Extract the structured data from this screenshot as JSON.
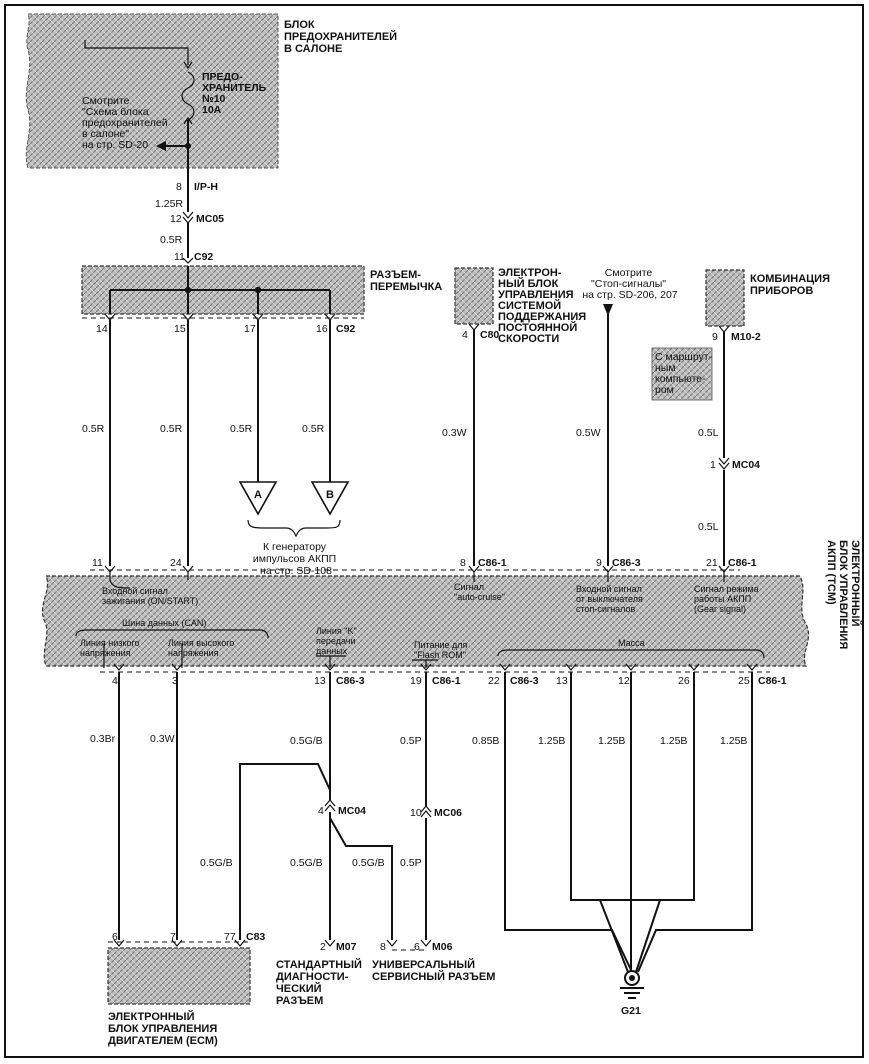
{
  "fuse_box": {
    "title": [
      "БЛОК",
      "ПРЕДОХРАНИТЕЛЕЙ",
      "В САЛОНЕ"
    ],
    "fuse_label": [
      "ПРЕДО-",
      "ХРАНИТЕЛЬ",
      "№10",
      "10A"
    ],
    "see_note": [
      "Смотрите",
      "\"Схема блока",
      "предохранителей",
      "в салоне\"",
      "на стр. SD-20"
    ]
  },
  "top_wire": {
    "pin_iph": "8",
    "conn_iph": "I/P-H",
    "w1": "1.25R",
    "pin_mc05": "12",
    "conn_mc05": "MC05",
    "w2": "0.5R",
    "pin_c92": "11",
    "conn_c92": "C92"
  },
  "jumper": {
    "title": [
      "РАЗЪЕМ-",
      "ПЕРЕМЫЧКА"
    ],
    "pins": [
      "14",
      "15",
      "17",
      "16"
    ],
    "conn": "C92",
    "wires": [
      "0.5R",
      "0.5R",
      "0.5R",
      "0.5R"
    ]
  },
  "pulse_gen": {
    "a": "A",
    "b": "B",
    "note": [
      "К генератору",
      "импульсов АКПП",
      "на стр. SD-108"
    ]
  },
  "cruise": {
    "title": [
      "ЭЛЕКТРОН-",
      "НЫЙ БЛОК",
      "УПРАВЛЕНИЯ",
      "СИСТЕМОЙ",
      "ПОДДЕРЖАНИЯ",
      "ПОСТОЯННОЙ",
      "СКОРОСТИ"
    ],
    "pin": "4",
    "conn": "C80",
    "wire": "0.3W"
  },
  "stop": {
    "note": [
      "Смотрите",
      "\"Стоп-сигналы\"",
      "на стр. SD-206, 207"
    ],
    "wire": "0.5W"
  },
  "cluster": {
    "title": [
      "КОМБИНАЦИЯ",
      "ПРИБОРОВ"
    ],
    "pin": "9",
    "conn": "M10-2",
    "trip_note": [
      "С маршрут-",
      "ным",
      "компьюте-",
      "ром"
    ],
    "w1": "0.5L",
    "pin_mc04": "1",
    "conn_mc04": "MC04",
    "w2": "0.5L"
  },
  "tcm": {
    "title": [
      "ЭЛЕКТРОННЫЙ",
      "БЛОК УПРАВЛЕНИЯ",
      "АКПП (TCM)"
    ],
    "top_pins": [
      "11",
      "24",
      "8",
      "9",
      "21"
    ],
    "conn_top_1": "C86-1",
    "conn_top_2": "C86-3",
    "conn_top_3": "C86-1",
    "sig_ign": [
      "Входной сигнал",
      "зажигания (ON/START)"
    ],
    "sig_can": "Шина данных (CAN)",
    "sig_low": [
      "Линия низкого",
      "напряжения"
    ],
    "sig_high": [
      "Линия высокого",
      "напряжения"
    ],
    "sig_cruise": [
      "Сигнал",
      "\"auto-cruise\""
    ],
    "sig_stop": [
      "Входной сигнал",
      "от выключателя",
      "стоп-сигналов"
    ],
    "sig_gear": [
      "Сигнал режима",
      "работы АКПП",
      "(Gear signal)"
    ],
    "sig_k": [
      "Линия \"K\"",
      "передачи",
      "данных"
    ],
    "sig_flash": [
      "Питание для",
      "\"Flash ROM\""
    ],
    "sig_mass": "Масса",
    "bottom_pins": [
      "4",
      "3",
      "13",
      "19",
      "22",
      "13",
      "12",
      "26",
      "25"
    ],
    "conn_b1": "C86-3",
    "conn_b2": "C86-1",
    "conn_b3": "C86-3",
    "conn_b4": "C86-1"
  },
  "lower_wires": {
    "w_low": "0.3Br",
    "w_high": "0.3W",
    "w_k": "0.5G/B",
    "w_flash": "0.5P",
    "w_gnd": [
      "0.85B",
      "1.25B",
      "1.25B",
      "1.25B",
      "1.25B"
    ],
    "pin_mc04": "4",
    "conn_mc04": "MC04",
    "pin_mc06": "10",
    "conn_mc06": "MC06",
    "w_k_ecm": "0.5G/B",
    "w_k_diag": "0.5G/B",
    "w_k_serv": "0.5G/B",
    "w_flash2": "0.5P"
  },
  "ecm": {
    "pins": [
      "6",
      "7",
      "77"
    ],
    "conn": "C83",
    "title": [
      "ЭЛЕКТРОННЫЙ",
      "БЛОК УПРАВЛЕНИЯ",
      "ДВИГАТЕЛЕМ (ECM)"
    ]
  },
  "diag": {
    "pin": "2",
    "conn": "M07",
    "title": [
      "СТАНДАРТНЫЙ",
      "ДИАГНОСТИ-",
      "ЧЕСКИЙ",
      "РАЗЪЕМ"
    ]
  },
  "service": {
    "pin": "8",
    "pin2": "6",
    "conn": "M06",
    "title": [
      "УНИВЕРСАЛЬНЫЙ",
      "СЕРВИСНЫЙ РАЗЪЕМ"
    ]
  },
  "ground": {
    "label": "G21"
  }
}
